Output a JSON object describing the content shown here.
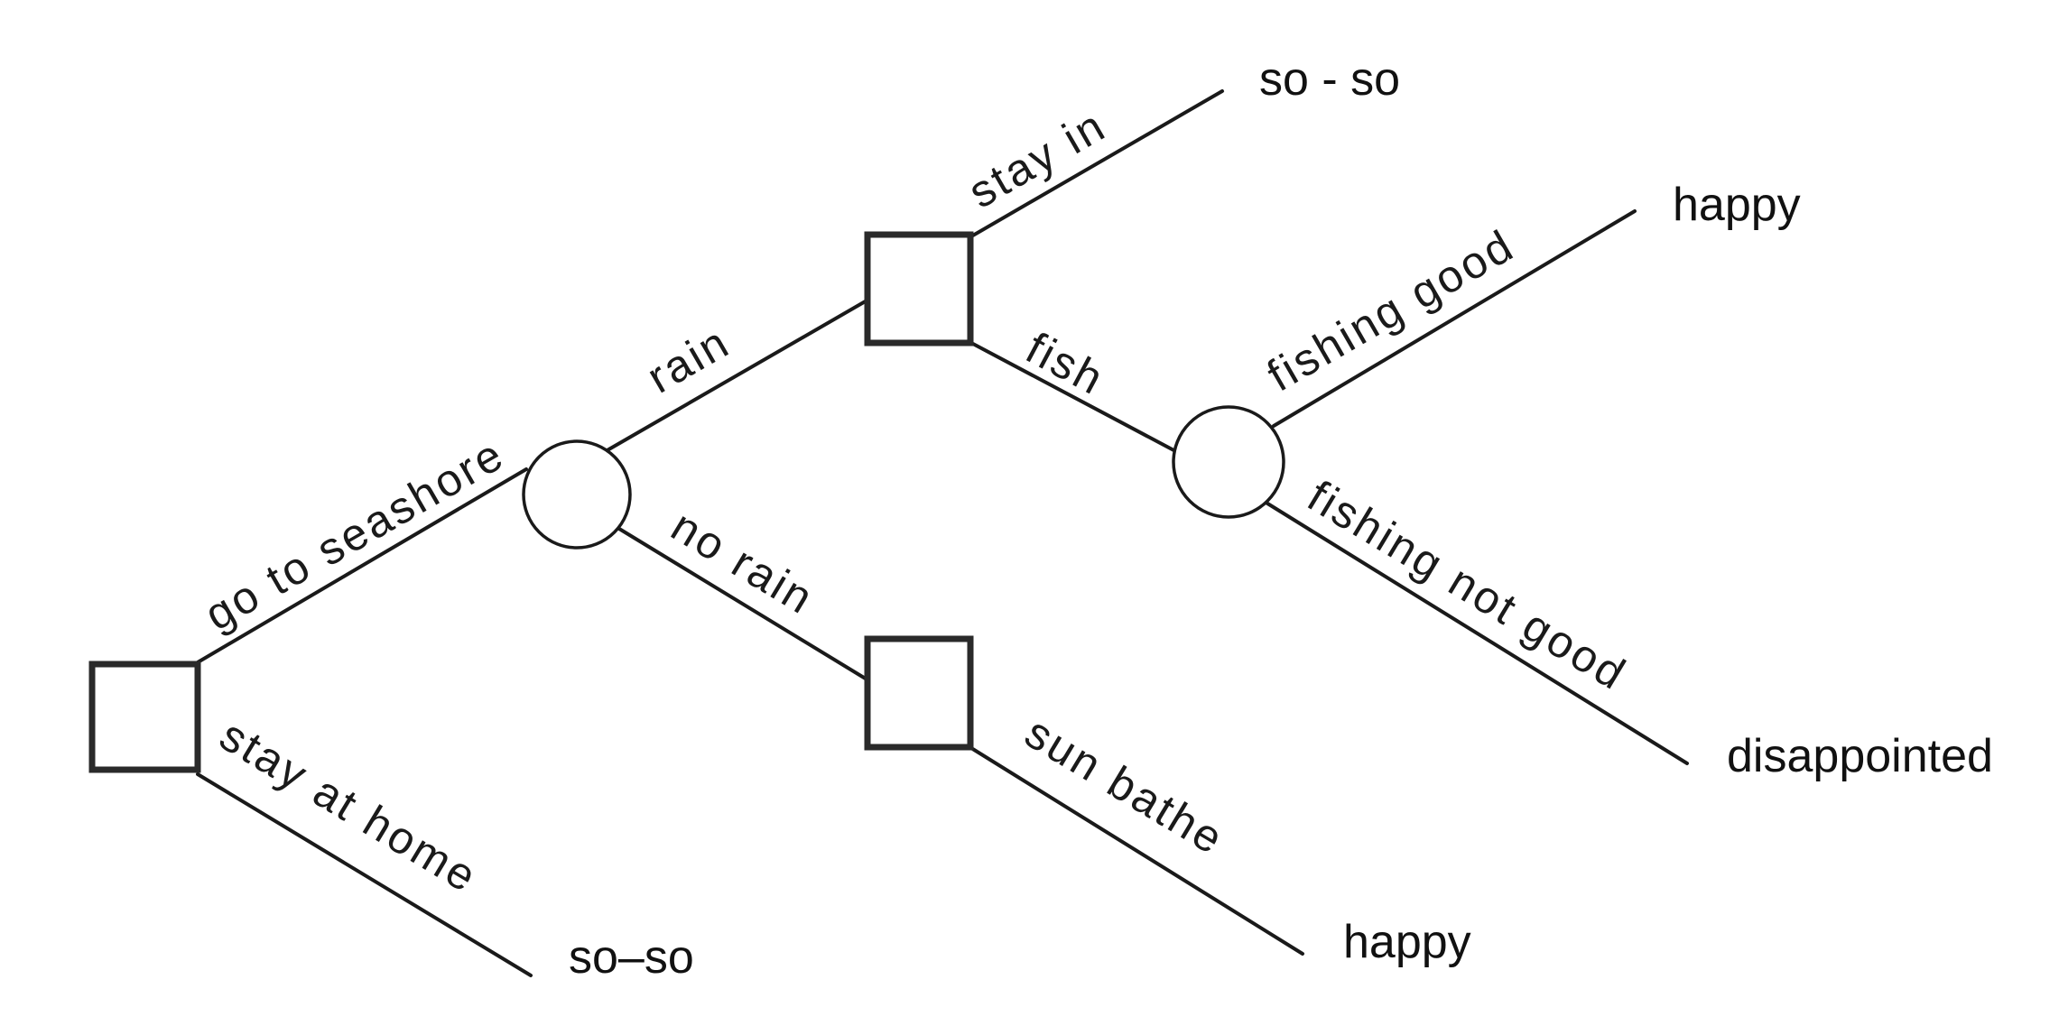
{
  "colors": {
    "ink": "#1a1a1a",
    "background": "#ffffff"
  },
  "nodes": {
    "root_decision": {
      "type": "decision"
    },
    "weather_chance": {
      "type": "chance"
    },
    "rain_decision": {
      "type": "decision"
    },
    "no_rain_decision": {
      "type": "decision"
    },
    "fishing_chance": {
      "type": "chance"
    }
  },
  "edges": {
    "go_to_seashore": "go to seashore",
    "stay_at_home": "stay at home",
    "rain": "rain",
    "no_rain": "no rain",
    "stay_in": "stay in",
    "fish": "fish",
    "sun_bathe": "sun bathe",
    "fishing_good": "fishing good",
    "fishing_not_good": "fishing not good"
  },
  "outcomes": {
    "stay_at_home": "so–so",
    "stay_in": "so - so",
    "sun_bathe": "happy",
    "fishing_good": "happy",
    "fishing_not_good": "disappointed"
  }
}
